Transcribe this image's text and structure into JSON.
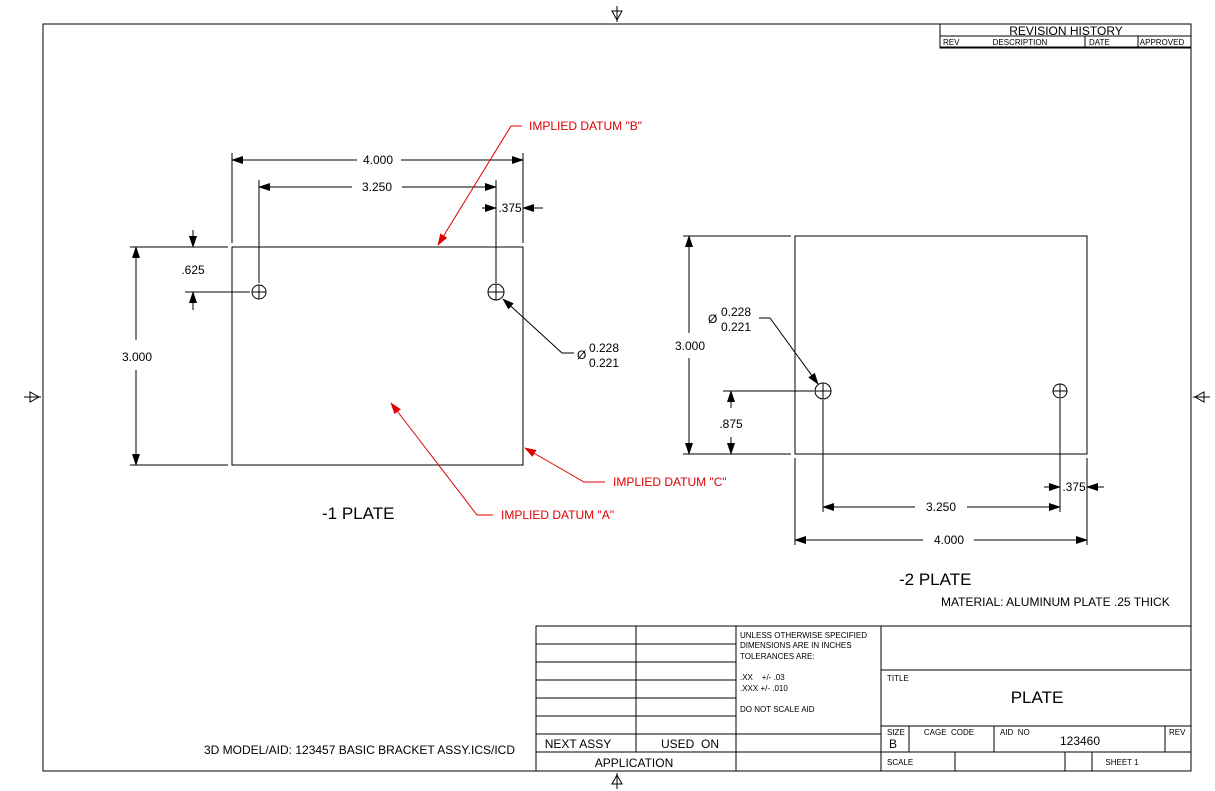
{
  "revision_block": {
    "title": "REVISION HISTORY",
    "col_rev": "REV",
    "col_description": "DESCRIPTION",
    "col_date": "DATE",
    "col_approved": "APPROVED"
  },
  "plate1": {
    "label": "-1 PLATE",
    "dim_width": "4.000",
    "dim_hole_spacing": "3.250",
    "dim_edge": ".375",
    "dim_height": "3.000",
    "dim_hole_offset": ".625",
    "hole_symbol": "Ø",
    "hole_dia_max": "0.228",
    "hole_dia_min": "0.221",
    "datum_b": "IMPLIED DATUM \"B\"",
    "datum_c": "IMPLIED DATUM \"C\"",
    "datum_a": "IMPLIED DATUM \"A\""
  },
  "plate2": {
    "label": "-2 PLATE",
    "dim_height": "3.000",
    "hole_symbol": "Ø",
    "hole_dia_max": "0.228",
    "hole_dia_min": "0.221",
    "dim_hole_offset": ".875",
    "dim_edge": ".375",
    "dim_hole_spacing": "3.250",
    "dim_width": "4.000"
  },
  "material_note": "MATERIAL: ALUMINUM PLATE .25 THICK",
  "model_note": "3D MODEL/AID: 123457 BASIC BRACKET ASSY.ICS/ICD",
  "title_block": {
    "notes": [
      "UNLESS OTHERWISE SPECIFIED",
      "DIMENSIONS ARE IN INCHES",
      "TOLERANCES ARE:"
    ],
    "tol_xx": ".XX    +/- .03",
    "tol_xxx": ".XXX +/- .010",
    "do_not_scale": "DO NOT SCALE AID",
    "next_assy": "NEXT ASSY",
    "used_on": "USED  ON",
    "application": "APPLICATION",
    "title_label": "TITLE",
    "title": "PLATE",
    "size_label": "SIZE",
    "size": "B",
    "cage_label": "CAGE  CODE",
    "aid_label": "AID  NO",
    "aid_no": "123460",
    "rev_label": "REV",
    "scale_label": "SCALE",
    "sheet": "SHEET 1"
  }
}
